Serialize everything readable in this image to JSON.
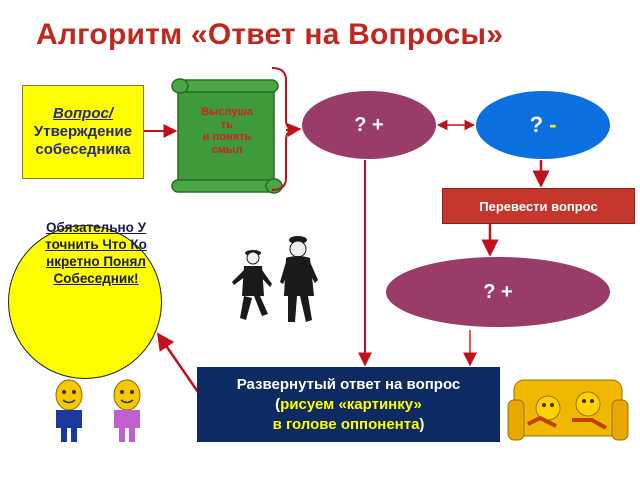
{
  "title": "Алгоритм «Ответ на Вопросы»",
  "question_box": {
    "line1": "Вопрос/",
    "line2": "Утверждение",
    "line3": "собеседника"
  },
  "scroll": {
    "lines": [
      "Выслуша",
      "ть",
      "и понять",
      "смыл"
    ]
  },
  "oval_q_plus": "? +",
  "oval_q_minus": {
    "q": "?",
    "minus": "-"
  },
  "translate_box": "Перевести вопрос",
  "oval_q_plus_2": "? +",
  "clarify_circle": "Обязательно Уточнить Что Конкретно Понял Собеседник!",
  "answer_box": {
    "line1": "Развернутый ответ на вопрос",
    "line2_open": "(",
    "line2_yellow": "рисуем «картинку»",
    "line3_yellow": "в голове оппонента",
    "line3_close": ")"
  },
  "colors": {
    "title": "#c0281e",
    "arrow_red": "#c0101a",
    "scroll_green": "#3f9a3a",
    "oval_purple": "#9a3c6a",
    "oval_blue": "#0a70e0",
    "answer_navy": "#0e2a63",
    "yellow": "#ffff00"
  }
}
